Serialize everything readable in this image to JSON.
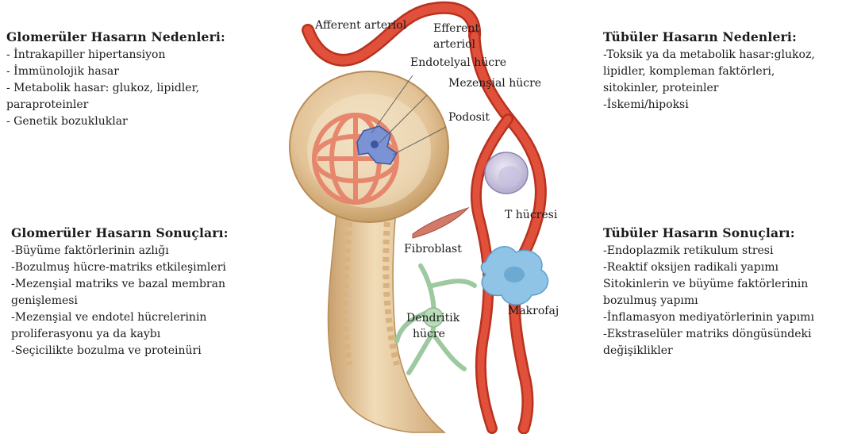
{
  "glomerular_causes": {
    "title": "Glomerüler Hasarın Nedenleri:",
    "items": [
      "- İntrakapiller hipertansiyon",
      "- İmmünolojik hasar",
      "- Metabolik hasar: glukoz, lipidler,",
      "paraproteinler",
      "-  Genetik bozukluklar"
    ]
  },
  "glomerular_consequences": {
    "title": "Glomerüler Hasarın Sonuçları:",
    "items": [
      "-Büyüme faktörlerinin azlığı",
      "-Bozulmuş hücre-matriks etkileşimleri",
      "-Mezenşial matriks ve bazal membran",
      "genişlemesi",
      "-Mezenşial ve endotel hücrelerinin",
      "proliferasyonu ya da kaybı",
      "-Seçicilikte bozulma ve proteinüri"
    ]
  },
  "tubular_causes": {
    "title": "Tübüler Hasarın Nedenleri:",
    "items": [
      "-Toksik ya da metabolik hasar:glukoz,",
      "lipidler, kompleman faktörleri,",
      "sitokinler, proteinler",
      "-İskemi/hipoksi"
    ]
  },
  "tubular_consequences": {
    "title": "Tübüler Hasarın Sonuçları:",
    "items": [
      "-Endoplazmik retikulum stresi",
      "-Reaktif oksijen radikali yapımı",
      "Sitokinlerin ve büyüme faktörlerinin",
      "bozulmuş yapımı",
      "-İnflamasyon mediyatörlerinin yapımı",
      "-Ekstraselüler matriks döngüsündeki",
      "değişiklikler"
    ]
  },
  "labels": {
    "afferent": "Afferent arteriol",
    "efferent_1": "Efferent",
    "efferent_2": "arteriol",
    "endothelial": "Endotelyal hücre",
    "mesangial": "Mezenşial hücre",
    "podocyte": "Podosit",
    "t_cell": "T hücresi",
    "fibroblast": "Fibroblast",
    "macrophage": "Makrofaj",
    "dendritic_1": "Dendritik",
    "dendritic_2": "hücre"
  },
  "colors": {
    "vessel": "#e0503a",
    "vessel_dark": "#b8321f",
    "capsule": "#e6c9a0",
    "capsule_dark": "#c9a06e",
    "tcell": "#c8c0dc",
    "macrophage": "#8fc4e6",
    "dendritic": "#9ec9a0",
    "mesangial": "#6b86c8"
  }
}
